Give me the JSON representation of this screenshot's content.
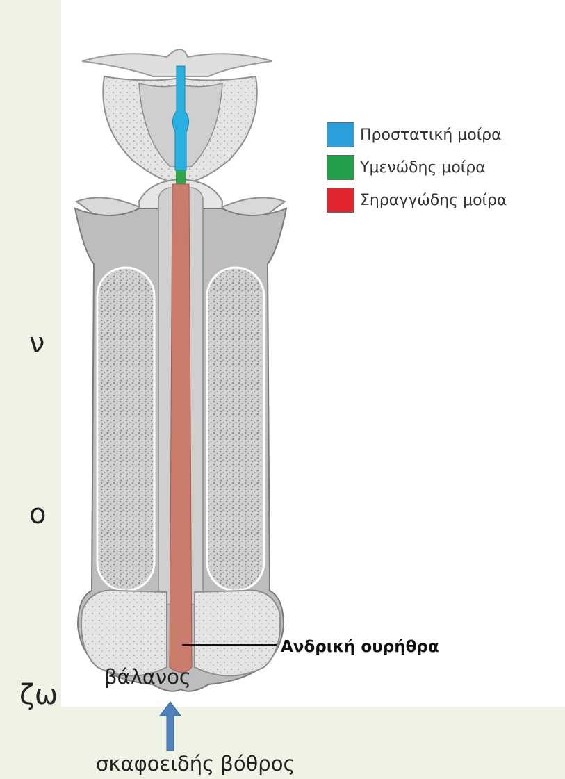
{
  "slide_text_fragments": {
    "frag_1": "ν",
    "frag_2": "ο",
    "frag_3": "ζω"
  },
  "legend": [
    {
      "label": "Προστατική μοίρα",
      "color": "#2a9fdb"
    },
    {
      "label": "Υμενώδης μοίρα",
      "color": "#22a14a"
    },
    {
      "label": "Σηραγγώδης μοίρα",
      "color": "#e0262c"
    }
  ],
  "callouts": {
    "urethra": "Ανδρική ουρήθρα",
    "glans": "βάλανος",
    "fossa": "σκαφοειδής βόθρος"
  },
  "colors": {
    "arrow": "#4f81bd",
    "urethra_fill": "#c97b6c",
    "prostatic_fill": "#2ab0e0",
    "membranous_fill": "#2fa64a",
    "tissue": "#d4d4d4",
    "tissue_dark": "#8e8e8e",
    "background": "#eef3e6"
  }
}
